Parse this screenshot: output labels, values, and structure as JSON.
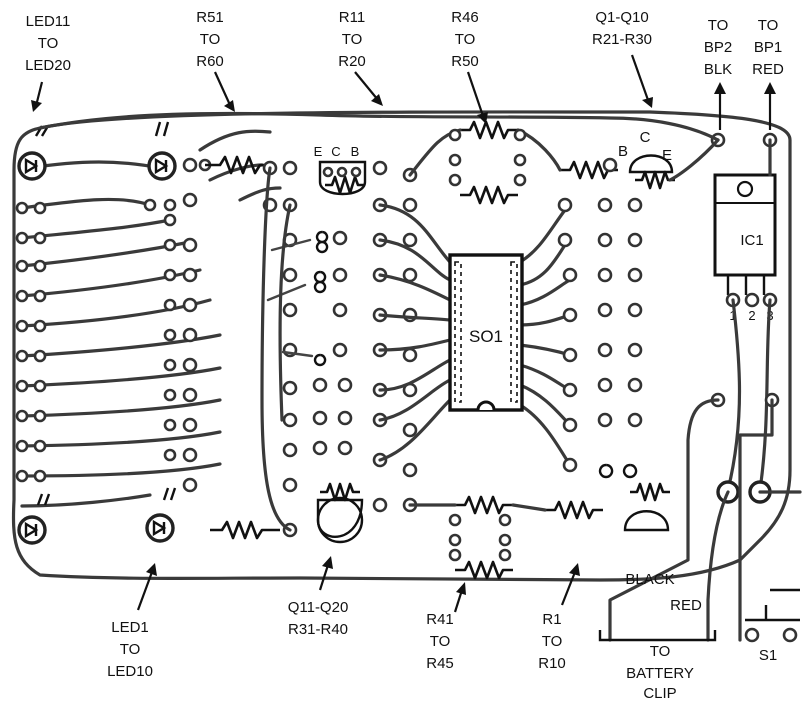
{
  "labels": {
    "led11": [
      "LED11",
      "TO",
      "LED20"
    ],
    "r51": [
      "R51",
      "TO",
      "R60"
    ],
    "r11": [
      "R11",
      "TO",
      "R20"
    ],
    "r46": [
      "R46",
      "TO",
      "R50"
    ],
    "q1": [
      "Q1-Q10",
      "R21-R30"
    ],
    "bp2": [
      "TO",
      "BP2",
      "BLK"
    ],
    "bp1": [
      "TO",
      "BP1",
      "RED"
    ],
    "led1": [
      "LED1",
      "TO",
      "LED10"
    ],
    "q11": [
      "Q11-Q20",
      "R31-R40"
    ],
    "r41": [
      "R41",
      "TO",
      "R45"
    ],
    "r1": [
      "R1",
      "TO",
      "R10"
    ],
    "battery": [
      "TO",
      "BATTERY",
      "CLIP"
    ],
    "s1": "S1",
    "so1": "SO1",
    "ic1": "IC1",
    "ic1_pins": [
      "1",
      "2",
      "3"
    ],
    "transistor_top_left": [
      "E",
      "C",
      "B"
    ],
    "transistor_top_right": [
      "B",
      "C",
      "E"
    ],
    "black": "BLACK",
    "red": "RED"
  }
}
